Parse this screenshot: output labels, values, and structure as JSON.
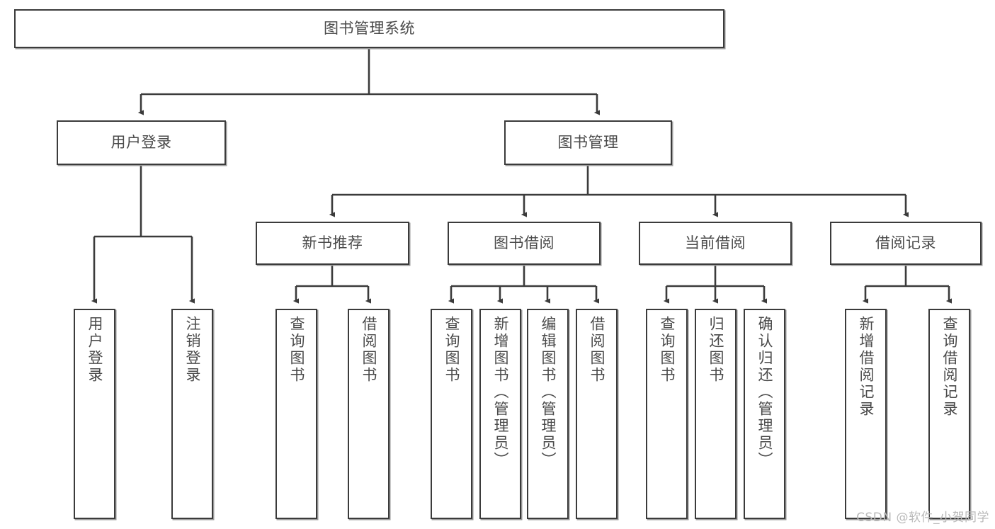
{
  "diagram": {
    "title": "图书管理系统",
    "type": "tree-hierarchy",
    "colors": {
      "box_border": "#3b3b3b",
      "box_fill": "#ffffff",
      "edge": "#3b3b3b",
      "text": "#4a4a4a",
      "watermark": "#b9b9b9",
      "background": "#ffffff"
    },
    "root": {
      "label": "图书管理系统"
    },
    "level2": [
      {
        "label": "用户登录"
      },
      {
        "label": "图书管理"
      }
    ],
    "level3": [
      {
        "label": "新书推荐"
      },
      {
        "label": "图书借阅"
      },
      {
        "label": "当前借阅"
      },
      {
        "label": "借阅记录"
      }
    ],
    "leaves": {
      "user_login": [
        {
          "label": "用户登录"
        },
        {
          "label": "注销登录"
        }
      ],
      "new_book_recommend": [
        {
          "label": "查询图书"
        },
        {
          "label": "借阅图书"
        }
      ],
      "book_borrow": [
        {
          "label": "查询图书"
        },
        {
          "label": "新增图书（管理员）"
        },
        {
          "label": "编辑图书（管理员）"
        },
        {
          "label": "借阅图书"
        }
      ],
      "current_borrow": [
        {
          "label": "查询图书"
        },
        {
          "label": "归还图书"
        },
        {
          "label": "确认归还（管理员）"
        }
      ],
      "borrow_record": [
        {
          "label": "新增借阅记录"
        },
        {
          "label": "查询借阅记录"
        }
      ]
    },
    "watermark": "CSDN @软件_小贺同学"
  }
}
